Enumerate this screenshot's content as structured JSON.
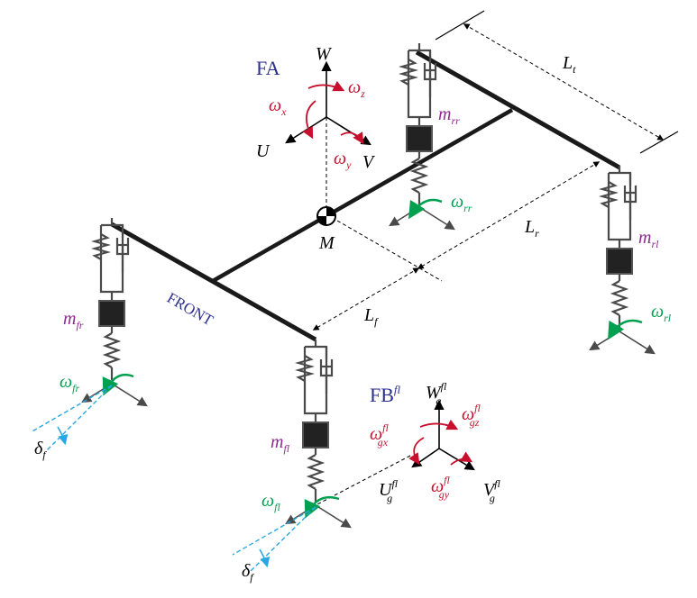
{
  "colors": {
    "frame": "#1a1a1a",
    "suspension": "#4a4a4a",
    "mass": "#222222",
    "frame_label": "#2b2f8f",
    "mass_label": "#8e2a8e",
    "rotation_red": "#c8102e",
    "wheel_green": "#00a050",
    "steer_blue": "#28a8e0"
  },
  "labels": {
    "fa": "FA",
    "fb": "FB",
    "fb_sup": "fl",
    "front": "FRONT",
    "cg": "M",
    "axes_fa": {
      "w": "W",
      "u": "U",
      "v": "V"
    },
    "rot_fa": {
      "wx_base": "ω",
      "wx_sub": "x",
      "wy_base": "ω",
      "wy_sub": "y",
      "wz_base": "ω",
      "wz_sub": "z"
    },
    "axes_fb": {
      "w_base": "W",
      "w_sub": "g",
      "w_sup": "fl",
      "u_base": "U",
      "u_sub": "g",
      "u_sup": "fl",
      "v_base": "V",
      "v_sub": "g",
      "v_sup": "fl"
    },
    "rot_fb": {
      "gx_base": "ω",
      "gx_sub": "gx",
      "gx_sup": "fl",
      "gy_base": "ω",
      "gy_sub": "gy",
      "gy_sup": "fl",
      "gz_base": "ω",
      "gz_sub": "gz",
      "gz_sup": "fl"
    },
    "dims": {
      "lt_base": "L",
      "lt_sub": "t",
      "lr_base": "L",
      "lr_sub": "r",
      "lf_base": "L",
      "lf_sub": "f"
    },
    "masses": {
      "rr_base": "m",
      "rr_sub": "rr",
      "rl_base": "m",
      "rl_sub": "rl",
      "fr_base": "m",
      "fr_sub": "fr",
      "fl_base": "m",
      "fl_sub": "fl"
    },
    "wheel_speeds": {
      "rr_base": "ω",
      "rr_sub": "rr",
      "rl_base": "ω",
      "rl_sub": "rl",
      "fr_base": "ω",
      "fr_sub": "fr",
      "fl_base": "ω",
      "fl_sub": "fl"
    },
    "steer": {
      "fr_base": "δ",
      "fr_sub": "f",
      "fl_base": "δ",
      "fl_sub": "f"
    }
  }
}
